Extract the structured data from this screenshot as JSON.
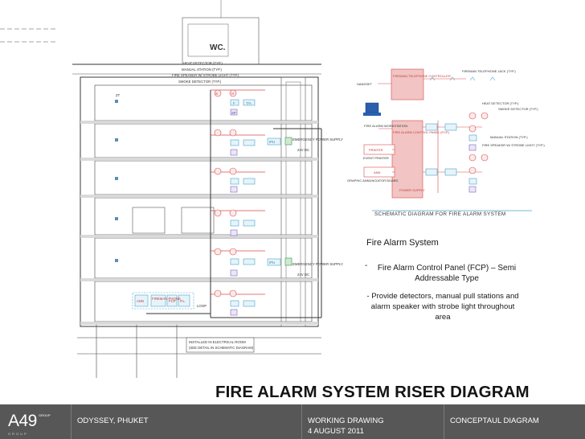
{
  "drawing": {
    "title": "FIRE ALARM SYSTEM RISER DIAGRAM",
    "wc_label": "WC.",
    "section_labels": {
      "heat_detector": "HEAT DETECTOR (TYP.)",
      "manual_station": "MANUAL STATION (TYP.)",
      "speaker_strobe": "FIRE SPEAKER W/ STROBE LIGHT (TYP.)",
      "smoke_detector": "SMOKE DETECTOR (TYP.)",
      "zt": "ZT",
      "emergency_supply": "EMERGENCY POWER SUPPLY",
      "voltage": "24V DC",
      "installed_note_1": "INSTALLED IN ELECTRICAL ROOM",
      "installed_note_2": "(SEE DETAIL IN SCHEMATIC DIAGRAM)",
      "loop": "LOOP",
      "ann": "ANN",
      "fireman_phone": "FIREMAN PHONE",
      "fcp": "FCP",
      "pl": "P.L.",
      "tia": "T/A",
      "ipu": "IPU",
      "s": "S",
      "h": "H",
      "f": "F",
      "sp": "SP"
    },
    "schematic": {
      "caption": "SCHEMATIC DIAGRAM FOR FIRE ALARM SYSTEM",
      "handset": "HANDSET",
      "fireman_phone_controller": "FIREMAN TELEPHONE CONTROLLER",
      "fireman_phone_jack": "FIREMAN TELEPHONE JACK (TYP.)",
      "workstation": "FIRE ALARM WORKSTATION",
      "fire_alarm_panel": "FIRE ALARM CONTROL PANEL (FCP)",
      "printer": "PRINTER",
      "event_printer": "EVENT PRINTER",
      "ann_board": "ANN",
      "graphic_annunciator": "GRAPHIC ANNUNCIATOR BOARD",
      "power_supply": "POWER SUPPLY",
      "heat_detector": "HEAT DETECTOR (TYP.)",
      "smoke_detector": "SMOKE DETECTOR (TYP.)",
      "manual_station": "MANUAL STATION (TYP.)",
      "speaker_strobe": "FIRE SPEAKER W/ STROBE LIGHT (TYP.)"
    }
  },
  "notes": {
    "heading": "Fire Alarm System",
    "bullet": "-",
    "item1": "Fire Alarm Control Panel (FCP) – Semi Addressable Type",
    "item2": "- Provide detectors, manual pull stations and alarm speaker with strobe light throughout area"
  },
  "footer": {
    "logo": "A49",
    "logo_sup": "GROUP",
    "logo_sub": "GROUP",
    "project": "ODYSSEY, PHUKET",
    "doc_type": "WORKING DRAWING",
    "doc_date": "4 AUGUST 2011",
    "doc_name": "CONCEPTAUL DIAGRAM"
  },
  "colors": {
    "building_line": "#3a3a3a",
    "floor_band": "#d6d6d6",
    "alarm_red": "#d94a4a",
    "device_blue": "#4aa3c9",
    "panel_pink": "#f2c4c4",
    "footer_bg": "#575757"
  }
}
